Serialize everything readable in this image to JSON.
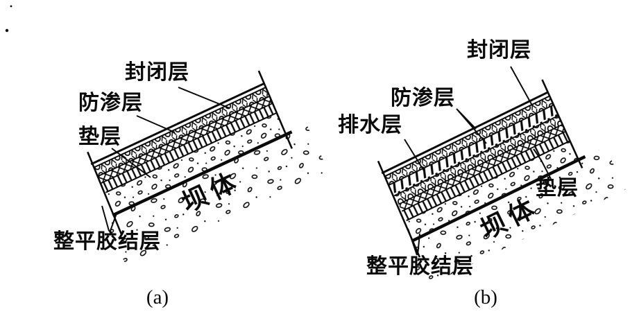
{
  "figure": {
    "caption_a": "(a)",
    "caption_b": "(b)"
  },
  "colors": {
    "ink": "#0a0a0a",
    "background": "#ffffff"
  },
  "panel_a": {
    "caption": "(a)",
    "labels": {
      "sealing": "封闭层",
      "impervious": "防渗层",
      "cushion": "垫层",
      "leveling": "整平胶结层",
      "dam_body": "坝体"
    },
    "layer_order": [
      "封闭层",
      "防渗层",
      "整平胶结层",
      "垫层",
      "坝体"
    ],
    "patterns": {
      "sealing": "double-line",
      "impervious": "circles-with-crosshatch",
      "leveling": "crosshatch-and-vertical-bars",
      "cushion": "scattered-stones",
      "dam_body": "scattered-stones"
    }
  },
  "panel_b": {
    "caption": "(b)",
    "labels": {
      "sealing": "封闭层",
      "impervious": "防渗层",
      "drainage": "排水层",
      "cushion": "垫层",
      "leveling": "整平胶结层",
      "dam_body": "坝体"
    },
    "layer_order": [
      "封闭层",
      "防渗层",
      "排水层",
      "防渗层",
      "整平胶结层",
      "垫层",
      "坝体"
    ],
    "patterns": {
      "sealing": "double-line",
      "impervious": "circles-with-crosshatch",
      "drainage": "diagonal-hatch",
      "leveling": "crosshatch-and-vertical-bars",
      "cushion": "scattered-stones",
      "dam_body": "scattered-stones"
    }
  }
}
